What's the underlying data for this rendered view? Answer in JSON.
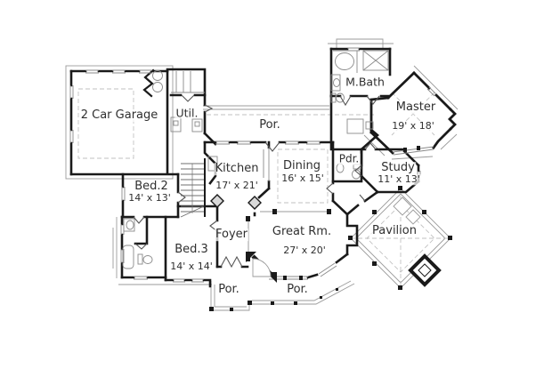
{
  "drawing": {
    "type": "residential-first-floor-plan",
    "colors": {
      "wall": "#1a1a1a",
      "thin_line": "#9b9b9b",
      "fixture_line": "#8a8a8a",
      "dashed_line": "#c2c2c2",
      "column_fill": "#d9d9d9",
      "text": "#2f2f2f",
      "background": "#ffffff"
    }
  },
  "rooms": {
    "garage": {
      "name": "2 Car Garage"
    },
    "utility": {
      "name": "Util."
    },
    "porch_top": {
      "name": "Por."
    },
    "master_bath": {
      "name": "M.Bath"
    },
    "master": {
      "name": "Master",
      "dims": "19' x 18'"
    },
    "kitchen": {
      "name": "Kitchen",
      "dims": "17' x 21'"
    },
    "dining": {
      "name": "Dining",
      "dims": "16' x 15'"
    },
    "powder": {
      "name": "Pdr."
    },
    "study": {
      "name": "Study",
      "dims": "11' x 13'"
    },
    "bed2": {
      "name": "Bed.2",
      "dims": "14' x 13'"
    },
    "foyer": {
      "name": "Foyer"
    },
    "bed3": {
      "name": "Bed.3",
      "dims": "14' x 14'"
    },
    "great_room": {
      "name": "Great Rm.",
      "dims": "27' x 20'"
    },
    "pavilion": {
      "name": "Pavilion"
    },
    "porch_left": {
      "name": "Por."
    },
    "porch_center": {
      "name": "Por."
    }
  }
}
